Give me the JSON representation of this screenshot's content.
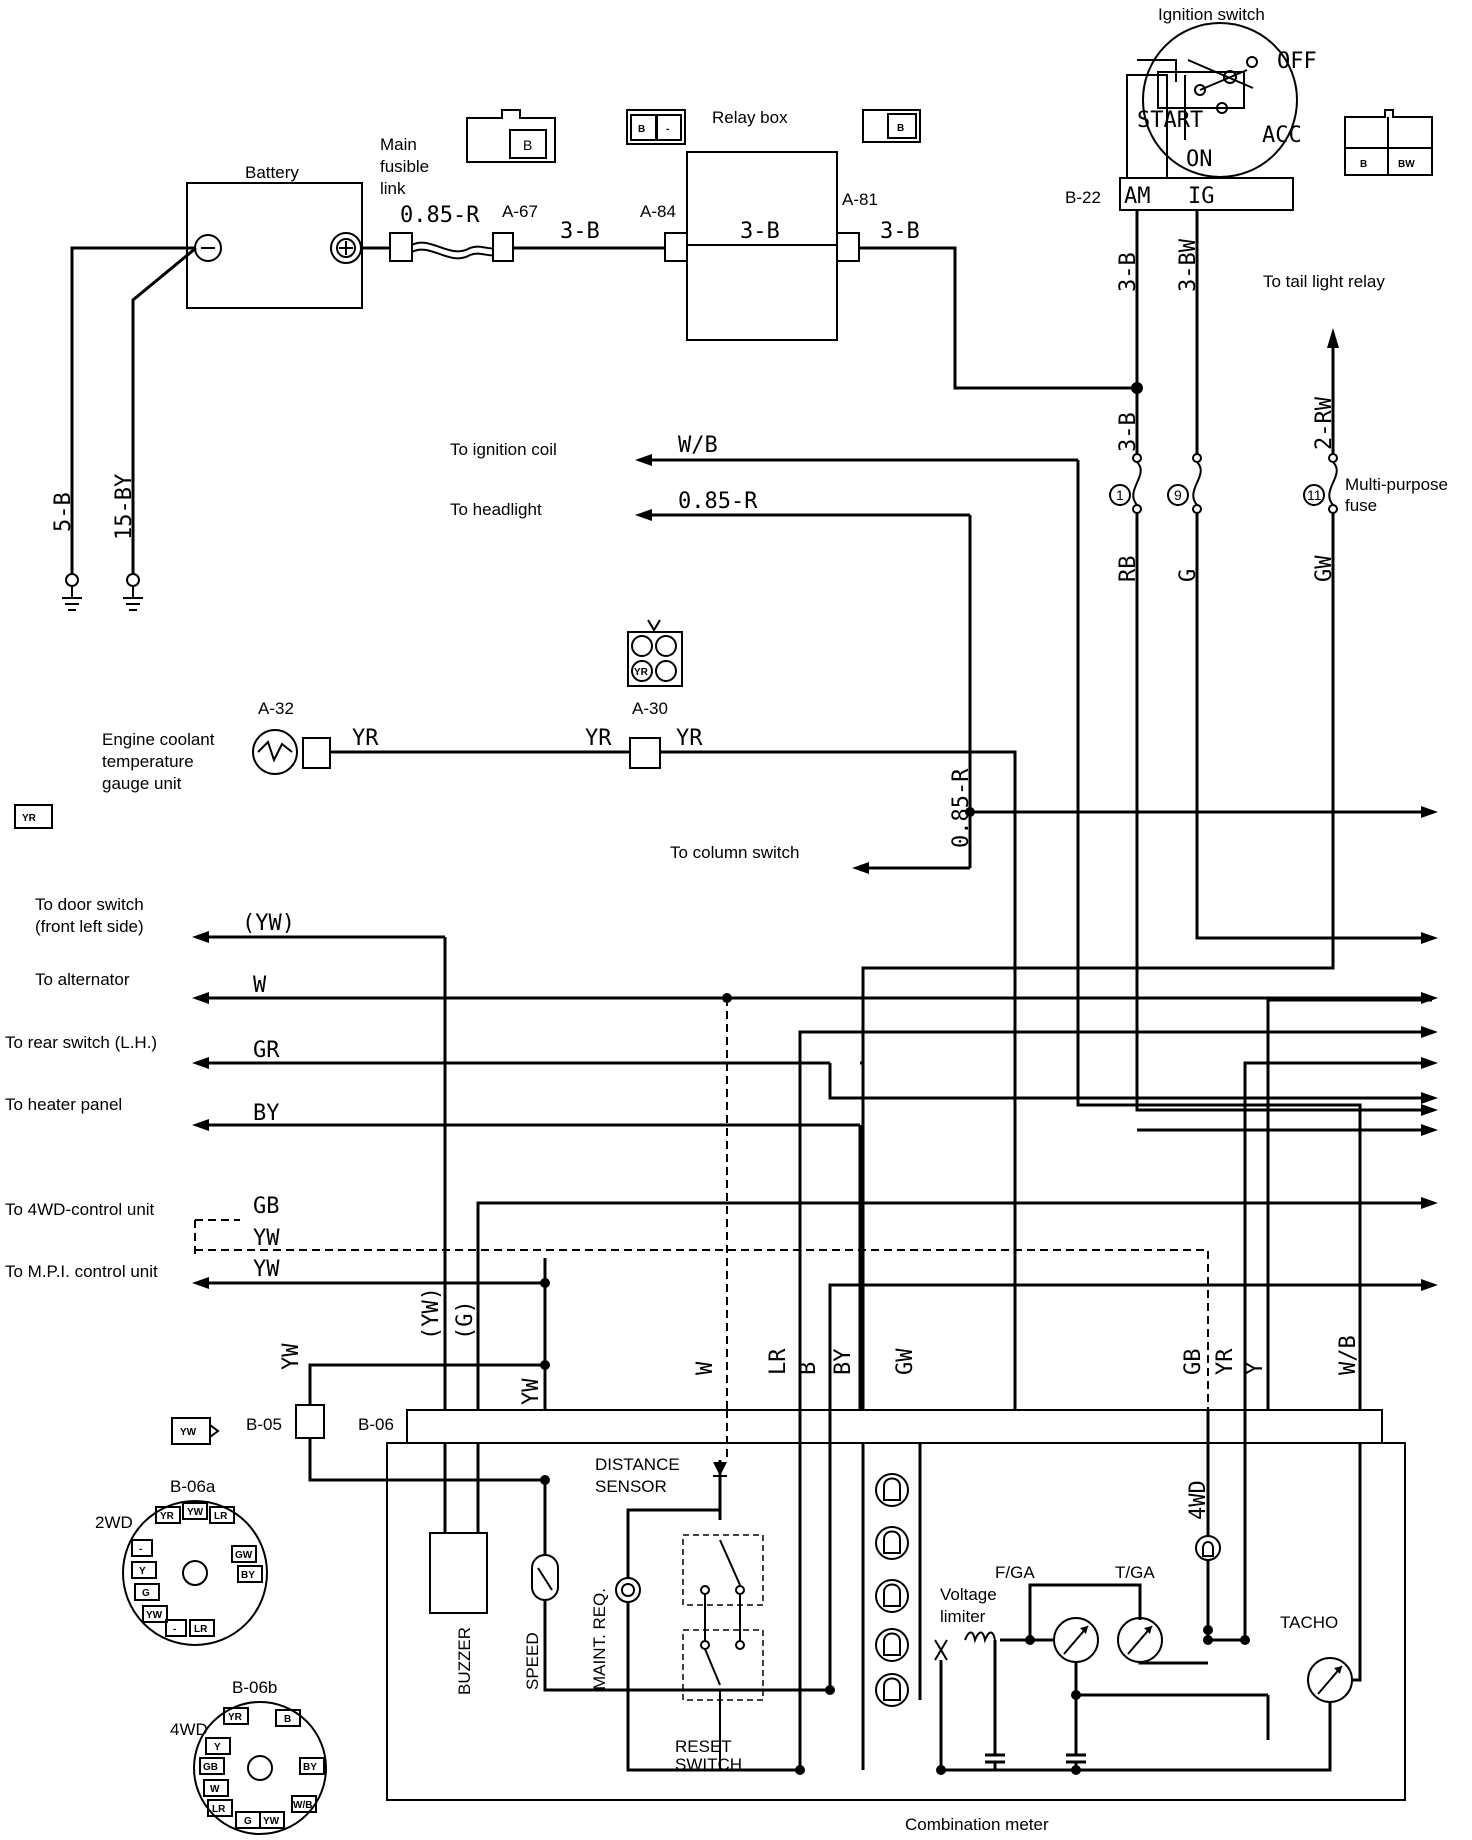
{
  "diagram": {
    "components": {
      "battery": "Battery",
      "main_fusible_link": "Main fusible link",
      "relay_box": "Relay box",
      "ignition_switch": "Ignition switch",
      "ign_off": "OFF",
      "ign_start": "START",
      "ign_on": "ON",
      "ign_acc": "ACC",
      "ign_am": "AM",
      "ign_ig": "IG",
      "engine_coolant": "Engine coolant temperature gauge unit",
      "multi_purpose_fuse": "Multi-purpose fuse",
      "combination_meter": "Combination meter",
      "buzzer": "BUZZER",
      "speed": "SPEED",
      "maint_req": "MAINT. REQ.",
      "distance_sensor": "DISTANCE SENSOR",
      "reset_switch": "RESET SWITCH",
      "voltage_limiter": "Voltage limiter",
      "fga": "F/GA",
      "tga": "T/GA",
      "tacho": "TACHO",
      "fourwd_ind": "4WD"
    },
    "connectors": {
      "a67": "A-67",
      "a84": "A-84",
      "a81": "A-81",
      "b22": "B-22",
      "a32": "A-32",
      "a30": "A-30",
      "b05": "B-05",
      "b06": "B-06",
      "b06a": "B-06a",
      "b06b": "B-06b",
      "twowd": "2WD",
      "fourwd": "4WD"
    },
    "destinations": {
      "ignition_coil": "To ignition coil",
      "headlight": "To headlight",
      "tail_light_relay": "To tail light relay",
      "column_switch": "To column switch",
      "door_switch": "To door switch (front left side)",
      "alternator": "To alternator",
      "rear_switch": "To rear switch (L.H.)",
      "heater_panel": "To heater panel",
      "fourwd_control": "To 4WD-control unit",
      "mpi_control": "To M.P.I. control unit"
    },
    "wires": {
      "w085r_a": "0.85-R",
      "w3b_a": "3-B",
      "w3b_b": "3-B",
      "w3b_c": "3-B",
      "w3b_d": "3-B",
      "w3bw": "3-BW",
      "w3b_e": "3-B",
      "w2rw": "2-RW",
      "w5b": "5-B",
      "w15by": "15-BY",
      "wb": "W/B",
      "w085r_b": "0.85-R",
      "w085r_c": "0.85-R",
      "rb": "RB",
      "g": "G",
      "gw": "GW",
      "yr1": "YR",
      "yr2": "YR",
      "yr3": "YR",
      "yw_door": "(YW)",
      "w_alt": "W",
      "gr": "GR",
      "by": "BY",
      "gb": "GB",
      "yw1": "YW",
      "yw2": "YW",
      "yw_b05": "YW",
      "yw_v1": "(YW)",
      "g_v": "(G)",
      "yw_v2": "YW",
      "w_v": "W",
      "lr_v": "LR",
      "b_v": "B",
      "by_v": "BY",
      "gw_v": "GW",
      "gb_v": "GB",
      "yr_v": "YR",
      "y_v": "Y",
      "wb_v": "W/B"
    },
    "fuses": {
      "f1": "1",
      "f9": "9",
      "f11": "11"
    },
    "connector_faces": {
      "fusible_b": "B",
      "relay_b1": "B",
      "relay_dash": "-",
      "relay_b2": "B",
      "ign_b": "B",
      "ign_bw": "BW",
      "a30_yr": "YR",
      "yr_side": "YR",
      "b05_yw": "YW",
      "b06a_pins": [
        "YR",
        "YW",
        "LR",
        "GW",
        "BY",
        "Y",
        "G",
        "YW",
        "LR",
        "-",
        "-"
      ],
      "b06b_pins": [
        "YR",
        "B",
        "Y",
        "GB",
        "BY",
        "W",
        "LR",
        "G",
        "YW",
        "W/B"
      ]
    }
  }
}
